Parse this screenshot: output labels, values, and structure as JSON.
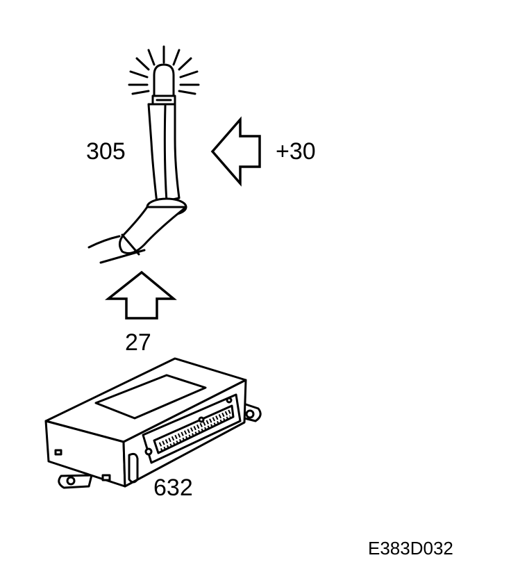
{
  "labels": {
    "bulb_part": "305",
    "supply": "+30",
    "pin": "27",
    "control_module": "632",
    "figure_ref": "E383D032"
  }
}
